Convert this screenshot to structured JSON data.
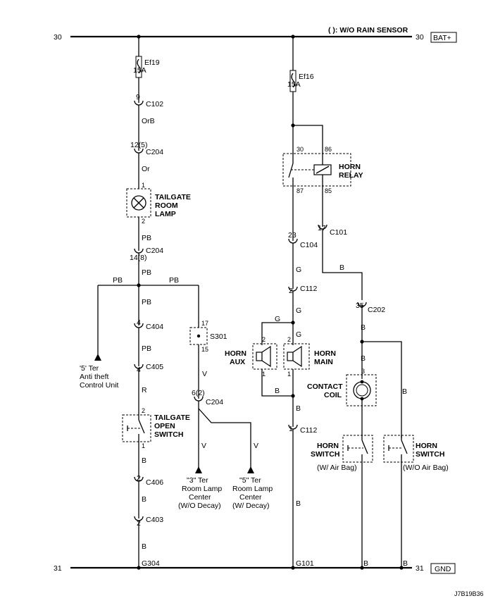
{
  "header": {
    "legend": "( ): W/O RAIN SENSOR",
    "bus_top_num": "30",
    "bus_bot_num": "31",
    "bat_label": "BAT+",
    "gnd_label": "GND"
  },
  "fuses": {
    "ef19": {
      "name": "Ef19",
      "rating": "15A"
    },
    "ef16": {
      "name": "Ef16",
      "rating": "15A"
    }
  },
  "connectors": {
    "c102": {
      "pin": "9",
      "name": "C102"
    },
    "c204a": {
      "pin": "12(5)",
      "name": "C204"
    },
    "c204b": {
      "pin": "14(8)",
      "name": "C204"
    },
    "c404": {
      "pin": "4",
      "name": "C404"
    },
    "c405": {
      "pin": "4",
      "name": "C405"
    },
    "c406": {
      "pin": "2",
      "name": "C406"
    },
    "c403": {
      "pin": "2",
      "name": "C403"
    },
    "c204c": {
      "pin": "6(2)",
      "name": "C204"
    },
    "s301": {
      "pin_top": "17",
      "name": "S301",
      "pin_bot": "15"
    },
    "c104": {
      "pin": "23",
      "name": "C104"
    },
    "c101": {
      "pin": "17",
      "name": "C101"
    },
    "c112a": {
      "pin": "2",
      "name": "C112"
    },
    "c112b": {
      "pin": "1",
      "name": "C112"
    },
    "c202": {
      "pin": "35",
      "name": "C202"
    }
  },
  "wires": {
    "orb": "OrB",
    "or": "Or",
    "pb_1": "PB",
    "pb_2": "PB",
    "pb_left": "PB",
    "pb_right": "PB",
    "pb_3": "PB",
    "pb_4": "PB",
    "r": "R",
    "b_1": "B",
    "b_2": "B",
    "b_3": "B",
    "v_1": "V",
    "v_2": "V",
    "v_3": "V",
    "g_1": "G",
    "g_2": "G",
    "g_3": "G",
    "g_4": "G",
    "b_r1": "B",
    "b_r2": "B",
    "b_r3": "B",
    "b_r4": "B",
    "b_r5": "B",
    "b_r6": "B",
    "b_r7": "B",
    "b_r8": "B",
    "b_r9": "B"
  },
  "components": {
    "tailgate_lamp": {
      "line1": "TAILGATE",
      "line2": "ROOM",
      "line3": "LAMP",
      "pin_top": "1",
      "pin_bot": "2"
    },
    "tailgate_switch": {
      "line1": "TAILGATE",
      "line2": "OPEN",
      "line3": "SWITCH",
      "pin_top": "2",
      "pin_bot": "1"
    },
    "horn_relay": {
      "line1": "HORN",
      "line2": "RELAY",
      "p30": "30",
      "p86": "86",
      "p87": "87",
      "p85": "85"
    },
    "horn_aux": {
      "line1": "HORN",
      "line2": "AUX",
      "pin_top": "2",
      "pin_bot": "1"
    },
    "horn_main": {
      "line1": "HORN",
      "line2": "MAIN",
      "pin_top": "2",
      "pin_bot": "1"
    },
    "contact_coil": {
      "line1": "CONTACT",
      "line2": "COIL",
      "pin": "3"
    },
    "horn_switch_airbag": {
      "line1": "HORN",
      "line2": "SWITCH",
      "line3": "(W/ Air Bag)"
    },
    "horn_switch_noairbag": {
      "line1": "HORN",
      "line2": "SWITCH",
      "line3": "(W/O Air Bag)"
    }
  },
  "destinations": {
    "antitheft": {
      "line1": "'5' Ter",
      "line2": "Anti theft",
      "line3": "Control Unit"
    },
    "room3": {
      "line1": "\"3\" Ter",
      "line2": "Room Lamp",
      "line3": "Center",
      "line4": "(W/O Decay)"
    },
    "room5": {
      "line1": "\"5\" Ter",
      "line2": "Room Lamp",
      "line3": "Center",
      "line4": "(W/ Decay)"
    }
  },
  "grounds": {
    "g304": "G304",
    "g101": "G101"
  },
  "footer": {
    "code": "J7B19B36"
  }
}
